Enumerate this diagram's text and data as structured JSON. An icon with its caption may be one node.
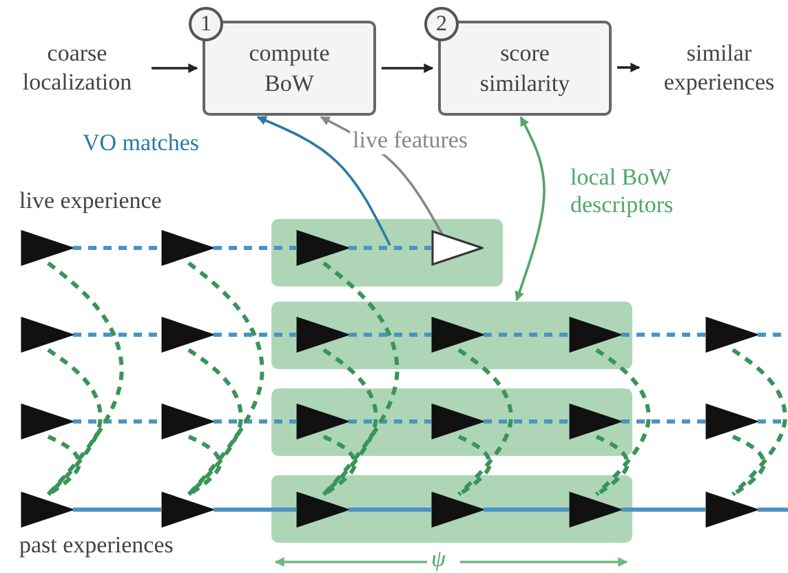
{
  "diagram": {
    "nodes": [
      {
        "text": [
          "coarse localization"
        ]
      },
      {
        "text": [
          "1",
          "compute BoW"
        ]
      },
      {
        "text": [
          "2",
          "score similarity"
        ]
      },
      {
        "text": [
          "similar experiences"
        ]
      },
      {
        "text": [],
        "shape": "triangle"
      },
      {
        "text": [],
        "shape": "triangle"
      },
      {
        "text": [],
        "shape": "box"
      },
      {
        "text": [],
        "shape": "triangle",
        "in": 6
      },
      {
        "text": [],
        "shape": "triangle",
        "in": 6
      },
      {
        "text": [],
        "shape": "triangle"
      },
      {
        "text": [],
        "shape": "triangle"
      },
      {
        "text": [],
        "shape": "box"
      },
      {
        "text": [],
        "shape": "triangle",
        "in": 11
      },
      {
        "text": [],
        "shape": "triangle",
        "in": 11
      },
      {
        "text": [],
        "shape": "triangle",
        "in": 11
      },
      {
        "text": [],
        "shape": "triangle"
      },
      {
        "text": [],
        "shape": "triangle"
      },
      {
        "text": [],
        "shape": "triangle"
      },
      {
        "text": [],
        "shape": "box"
      },
      {
        "text": [],
        "shape": "triangle",
        "in": 18
      },
      {
        "text": [],
        "shape": "triangle",
        "in": 18
      },
      {
        "text": [],
        "shape": "triangle",
        "in": 18
      },
      {
        "text": [],
        "shape": "triangle"
      },
      {
        "text": [],
        "shape": "triangle"
      },
      {
        "text": [],
        "shape": "triangle"
      },
      {
        "text": [],
        "shape": "box"
      },
      {
        "text": [],
        "shape": "triangle",
        "in": 25
      },
      {
        "text": [],
        "shape": "triangle",
        "in": 25
      },
      {
        "text": [],
        "shape": "triangle",
        "in": 25
      },
      {
        "text": [],
        "shape": "triangle"
      }
    ],
    "edges": [
      {
        "from": 0,
        "to": 1,
        "arrow": "to",
        "color": "#222222"
      },
      {
        "from": 1,
        "to": 2,
        "arrow": "to",
        "color": "#222222"
      },
      {
        "from": 2,
        "to": 3,
        "arrow": "to",
        "color": "#222222"
      },
      {
        "from": null,
        "to": 1,
        "arrow": "to",
        "label": "VO matches",
        "color": "#2a7aa6"
      },
      {
        "from": 8,
        "to": 1,
        "arrow": "to",
        "label": "live features",
        "color": "#888888"
      },
      {
        "from": 2,
        "to": 11,
        "arrow": "both",
        "label": "local BoW descriptors",
        "color": "#4fa76a"
      },
      {
        "from": 4,
        "to": 5,
        "arrow": "none",
        "style": "dashed"
      },
      {
        "from": 5,
        "to": 7,
        "arrow": "none",
        "style": "dashed"
      },
      {
        "from": 7,
        "to": 8,
        "arrow": "none",
        "style": "dashed"
      },
      {
        "from": 9,
        "to": 10,
        "arrow": "none",
        "style": "dashed"
      },
      {
        "from": 10,
        "to": 12,
        "arrow": "none",
        "style": "dashed"
      },
      {
        "from": 12,
        "to": 13,
        "arrow": "none",
        "style": "dashed"
      },
      {
        "from": 13,
        "to": 14,
        "arrow": "none",
        "style": "dashed"
      },
      {
        "from": 14,
        "to": 15,
        "arrow": "none",
        "style": "dashed"
      },
      {
        "from": 15,
        "to": null,
        "arrow": "none",
        "style": "dashed"
      },
      {
        "from": 16,
        "to": 17,
        "arrow": "none",
        "style": "dashed"
      },
      {
        "from": 17,
        "to": 19,
        "arrow": "none",
        "style": "dashed"
      },
      {
        "from": 19,
        "to": 20,
        "arrow": "none",
        "style": "dashed"
      },
      {
        "from": 20,
        "to": 21,
        "arrow": "none",
        "style": "dashed"
      },
      {
        "from": 21,
        "to": 22,
        "arrow": "none",
        "style": "dashed"
      },
      {
        "from": 22,
        "to": null,
        "arrow": "none",
        "style": "dashed"
      },
      {
        "from": 23,
        "to": 24,
        "arrow": "none"
      },
      {
        "from": 24,
        "to": 26,
        "arrow": "none"
      },
      {
        "from": 26,
        "to": 27,
        "arrow": "none"
      },
      {
        "from": 27,
        "to": 28,
        "arrow": "none"
      },
      {
        "from": 28,
        "to": 29,
        "arrow": "none"
      },
      {
        "from": 29,
        "to": null,
        "arrow": "none"
      },
      {
        "from": 4,
        "to": 23,
        "arrow": "none",
        "style": "dashed",
        "color": "#3a9459"
      },
      {
        "from": 9,
        "to": 23,
        "arrow": "none",
        "style": "dashed",
        "color": "#3a9459"
      },
      {
        "from": 16,
        "to": 23,
        "arrow": "none",
        "style": "dashed",
        "color": "#3a9459"
      },
      {
        "from": 5,
        "to": 24,
        "arrow": "none",
        "style": "dashed",
        "color": "#3a9459"
      },
      {
        "from": 10,
        "to": 24,
        "arrow": "none",
        "style": "dashed",
        "color": "#3a9459"
      },
      {
        "from": 17,
        "to": 24,
        "arrow": "none",
        "style": "dashed",
        "color": "#3a9459"
      },
      {
        "from": 7,
        "to": 26,
        "arrow": "none",
        "style": "dashed",
        "color": "#3a9459"
      },
      {
        "from": 12,
        "to": 26,
        "arrow": "none",
        "style": "dashed",
        "color": "#3a9459"
      },
      {
        "from": 19,
        "to": 26,
        "arrow": "none",
        "style": "dashed",
        "color": "#3a9459"
      },
      {
        "from": 13,
        "to": 27,
        "arrow": "none",
        "style": "dashed",
        "color": "#3a9459"
      },
      {
        "from": 20,
        "to": 27,
        "arrow": "none",
        "style": "dashed",
        "color": "#3a9459"
      },
      {
        "from": 14,
        "to": 28,
        "arrow": "none",
        "style": "dashed",
        "color": "#3a9459"
      },
      {
        "from": 21,
        "to": 28,
        "arrow": "none",
        "style": "dashed",
        "color": "#3a9459"
      },
      {
        "from": 15,
        "to": 29,
        "arrow": "none",
        "style": "dashed",
        "color": "#3a9459"
      },
      {
        "from": 22,
        "to": 29,
        "arrow": "none",
        "style": "dashed",
        "color": "#3a9459"
      }
    ],
    "labels": [
      "live experience",
      "past experiences",
      "ψ"
    ]
  }
}
